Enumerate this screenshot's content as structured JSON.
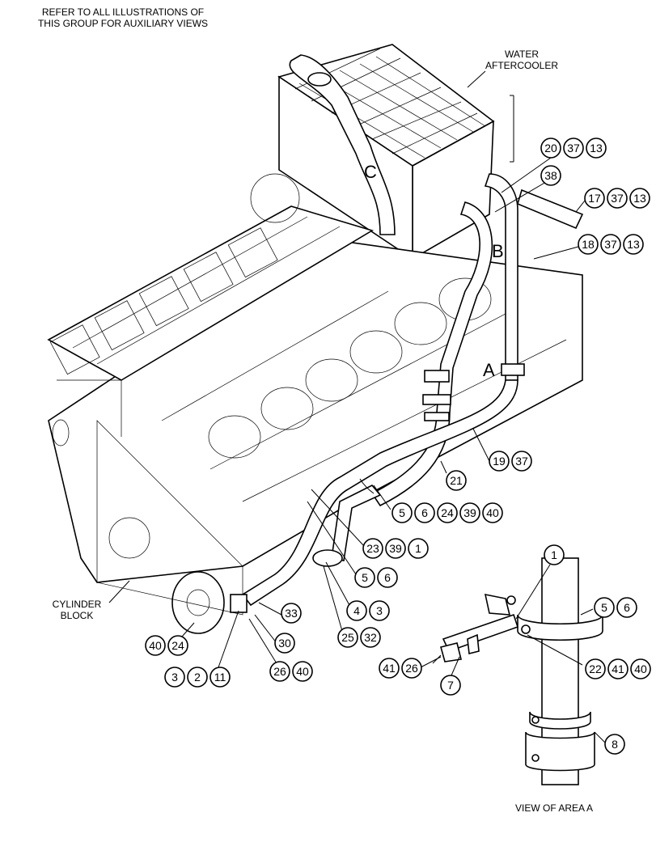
{
  "notes": {
    "refer_line1": "REFER TO ALL ILLUSTRATIONS OF",
    "refer_line2": "THIS GROUP FOR AUXILIARY VIEWS",
    "aftercooler_line1": "WATER",
    "aftercooler_line2": "AFTERCOOLER",
    "block_line1": "CYLINDER",
    "block_line2": "BLOCK",
    "view_area": "VIEW OF AREA A"
  },
  "zones": {
    "a": "A",
    "b": "B",
    "c": "C"
  },
  "callouts": {
    "g1": [
      "20",
      "37",
      "13"
    ],
    "g2": [
      "38"
    ],
    "g3": [
      "17",
      "37",
      "13"
    ],
    "g4": [
      "18",
      "37",
      "13"
    ],
    "g5": [
      "19",
      "37"
    ],
    "g6": [
      "21"
    ],
    "g7": [
      "5",
      "6",
      "24",
      "39",
      "40"
    ],
    "g8": [
      "23",
      "39",
      "1"
    ],
    "g9": [
      "5",
      "6"
    ],
    "g10": [
      "4",
      "3"
    ],
    "g11": [
      "33"
    ],
    "g12": [
      "25",
      "32"
    ],
    "g13": [
      "30"
    ],
    "g14": [
      "40",
      "24"
    ],
    "g15": [
      "26",
      "40"
    ],
    "g16": [
      "3",
      "2",
      "11"
    ],
    "g17": [
      "1"
    ],
    "g18": [
      "5",
      "6"
    ],
    "g19": [
      "41",
      "26"
    ],
    "g20": [
      "22",
      "41",
      "40"
    ],
    "g21": [
      "7"
    ],
    "g22": [
      "8"
    ]
  }
}
